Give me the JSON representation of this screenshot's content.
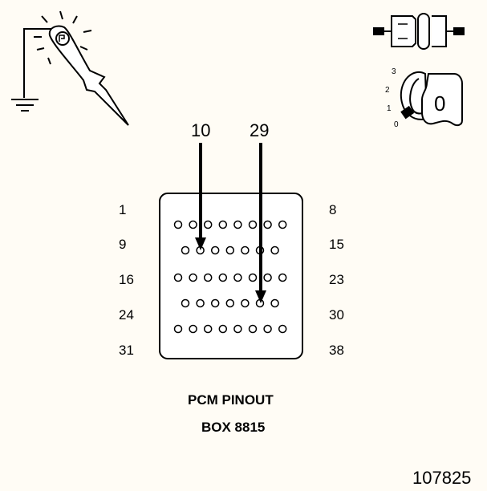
{
  "figure_number": "107825",
  "caption": {
    "line1": "PCM PINOUT",
    "line2": "BOX 8815"
  },
  "connector": {
    "left_labels": [
      "1",
      "9",
      "16",
      "24",
      "31"
    ],
    "right_labels": [
      "8",
      "15",
      "23",
      "30",
      "38"
    ],
    "rows": [
      8,
      7,
      8,
      7,
      8
    ]
  },
  "callouts": [
    {
      "pin": "10"
    },
    {
      "pin": "29"
    }
  ],
  "ignition_switch": {
    "positions": [
      "3",
      "2",
      "1",
      "0"
    ],
    "selected": "0",
    "key_label": "0"
  },
  "icons": [
    "test-lamp-icon",
    "ground-symbol-icon",
    "fuse-icon",
    "ignition-key-icon"
  ]
}
